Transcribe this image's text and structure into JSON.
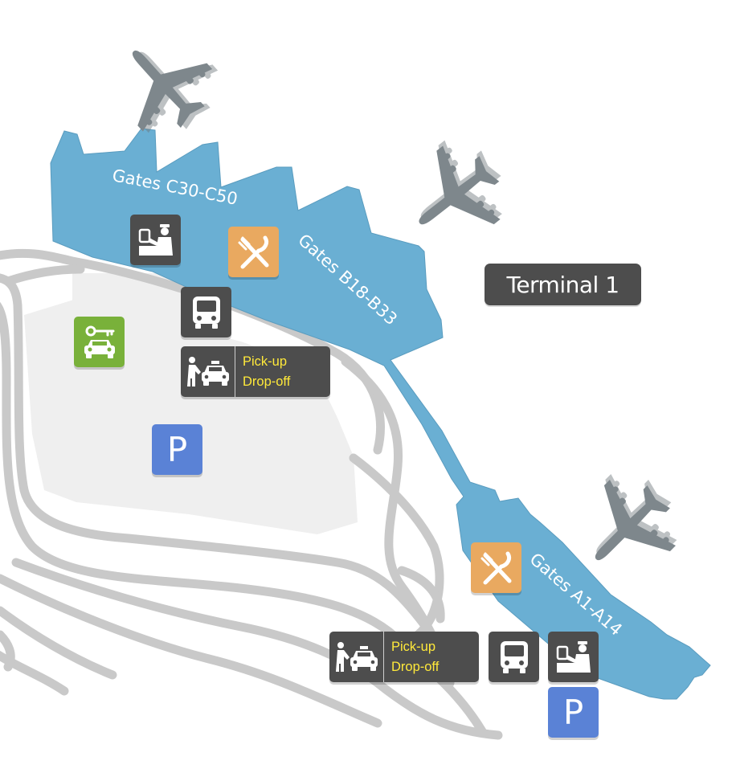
{
  "terminal": {
    "label": "Terminal 1"
  },
  "gates": {
    "c": "Gates C30-C50",
    "b": "Gates B18-B33",
    "a": "Gates A1-A14"
  },
  "taxi": {
    "upper": {
      "line1": "Pick-up",
      "line2": "Drop-off"
    },
    "lower": {
      "line1": "Pick-up",
      "line2": "Drop-off"
    }
  },
  "parking": {
    "letter": "P"
  },
  "icons": {
    "passport_control": "passport-control-icon",
    "restaurant": "fork-knife-icon",
    "bus": "bus-icon",
    "rental_car": "car-rental-key-icon",
    "taxi": "taxi-icon",
    "parking": "parking-icon",
    "airplane": "airplane-icon"
  },
  "colors": {
    "terminal_building": "#6aafd3",
    "dark_badge": "#4d4d4d",
    "restaurant": "#e9a960",
    "rental_car": "#79b13a",
    "parking": "#5a82d6",
    "taxi_text": "#ffe93a",
    "roads": "#c9c9c9",
    "parking_area": "#efefef",
    "airplane": "#7e878c"
  }
}
